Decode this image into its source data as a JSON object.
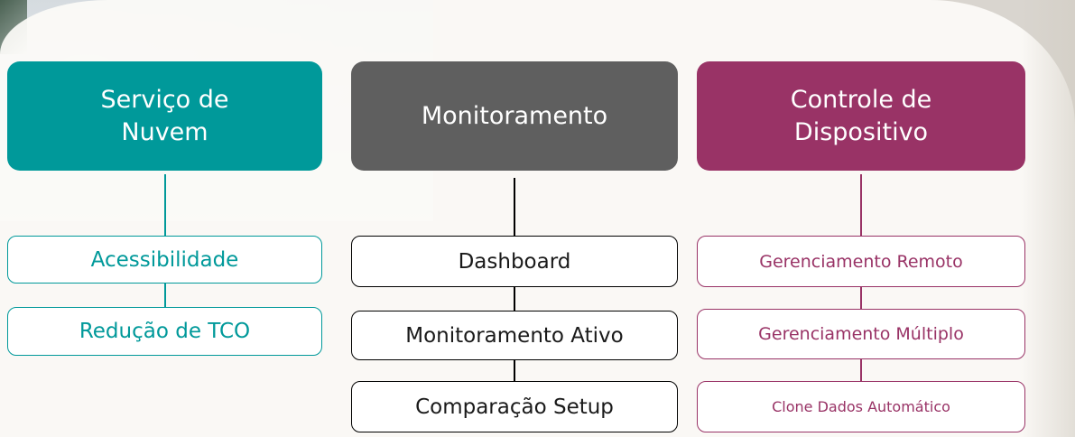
{
  "colors": {
    "teal": "#00999a",
    "gray": "#5f5f5f",
    "magenta": "#993366",
    "dark_line": "#000000"
  },
  "columns": [
    {
      "header": "Serviço de\nNuvem",
      "items": [
        "Acessibilidade",
        "Redução de TCO"
      ]
    },
    {
      "header": "Monitoramento",
      "items": [
        "Dashboard",
        "Monitoramento Ativo",
        "Comparação Setup"
      ]
    },
    {
      "header": "Controle de\nDispositivo",
      "items": [
        "Gerenciamento Remoto",
        "Gerenciamento Múltiplo",
        "Clone Dados Automático"
      ]
    }
  ]
}
